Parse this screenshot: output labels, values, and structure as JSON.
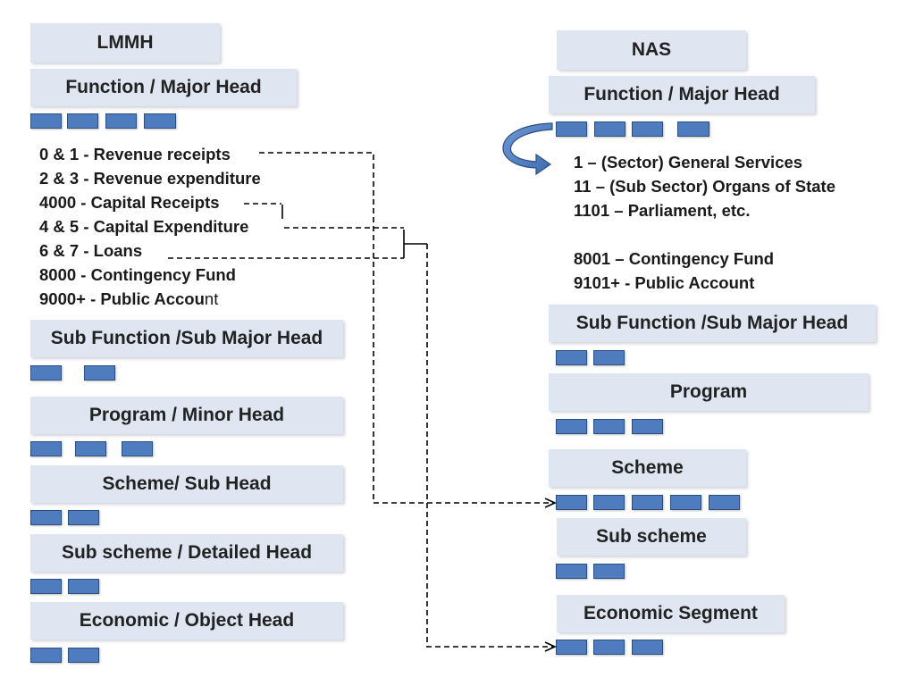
{
  "lmmh": {
    "title": "LMMH",
    "function_head": "Function / Major Head",
    "codes": [
      {
        "text": "0 & 1  - Revenue receipts"
      },
      {
        "text": "2 & 3  - Revenue expenditure"
      },
      {
        "text": "4000  - Capital Receipts"
      },
      {
        "text": "4 & 5  - Capital Expenditure"
      },
      {
        "text": "6 & 7  - Loans"
      },
      {
        "text": "8000  - Contingency Fund"
      },
      {
        "text": "9000+ - Public Accou",
        "suffix": "nt"
      }
    ],
    "sub_function_head": "Sub Function /Sub Major Head",
    "program_head": "Program / Minor Head",
    "scheme_head": "Scheme/ Sub Head",
    "sub_scheme_head": "Sub scheme / Detailed Head",
    "economic_head": "Economic / Object Head"
  },
  "nas": {
    "title": "NAS",
    "function_head": "Function / Major Head",
    "codes": [
      "1 – (Sector) General Services",
      "11 – (Sub Sector) Organs of State",
      "1101 – Parliament, etc.",
      "",
      "8001 – Contingency Fund",
      "9101+ - Public Account"
    ],
    "sub_function_head": "Sub Function /Sub Major Head",
    "program_head": "Program",
    "scheme_head": "Scheme",
    "sub_scheme_head": "Sub scheme",
    "economic_head": "Economic Segment"
  },
  "colors": {
    "label_fill": "#dfe6f1",
    "block_fill": "#4f7cbf",
    "block_border": "#2c4f80",
    "connector": "#000000"
  }
}
